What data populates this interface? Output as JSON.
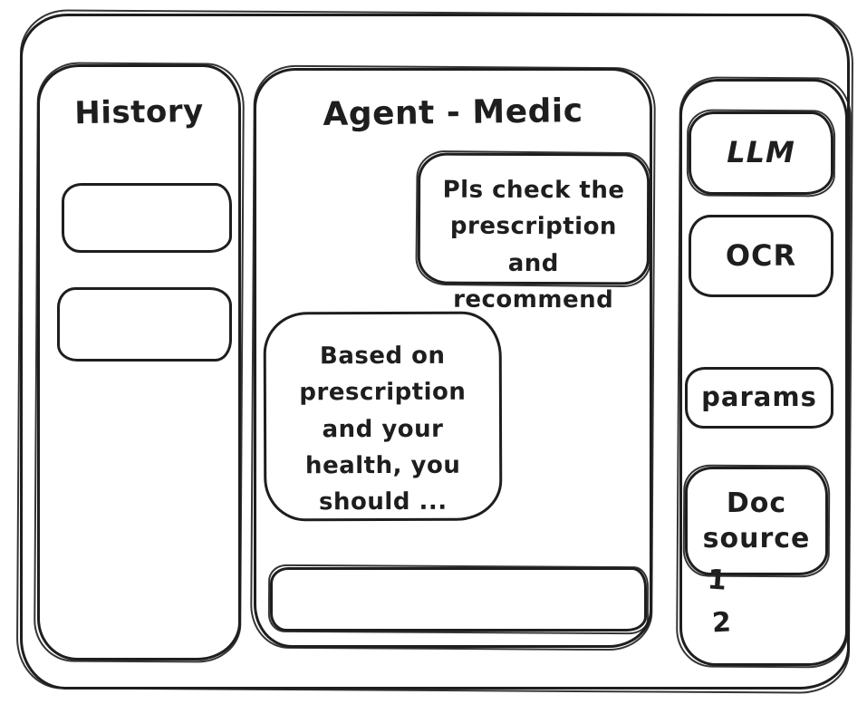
{
  "colors": {
    "stroke": "#1e1e1e",
    "background": "#ffffff"
  },
  "history": {
    "title": "History",
    "items": [
      {
        "label": ""
      },
      {
        "label": ""
      }
    ]
  },
  "chat": {
    "title": "Agent - Medic",
    "messages": [
      {
        "role": "user",
        "text": "Pls check the prescription and recommend"
      },
      {
        "role": "assistant",
        "text": "Based on prescription and your health, you should ..."
      }
    ],
    "input": {
      "value": "",
      "placeholder": ""
    }
  },
  "tools": {
    "buttons": [
      {
        "label": "LLM"
      },
      {
        "label": "OCR"
      },
      {
        "label": "params"
      },
      {
        "label": "Doc source"
      }
    ],
    "doc_items": [
      "1",
      "2"
    ]
  }
}
